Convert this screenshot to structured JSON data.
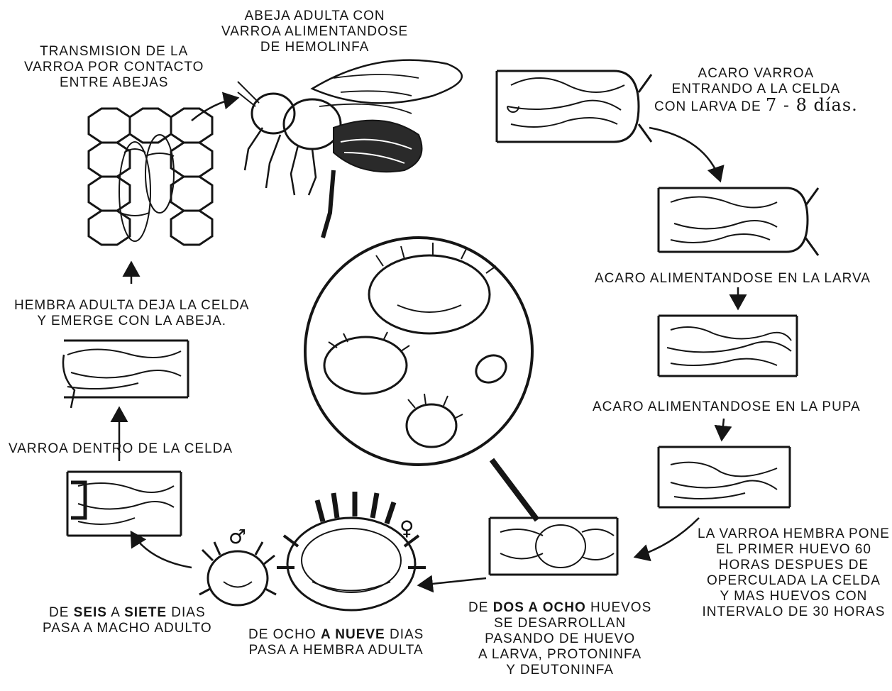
{
  "labels": {
    "transmission": [
      "TRANSMISION DE LA",
      "VARROA POR CONTACTO",
      "ENTRE ABEJAS"
    ],
    "adult_bee": [
      "ABEJA ADULTA CON",
      "VARROA ALIMENTANDOSE",
      "DE HEMOLINFA"
    ],
    "entering_cell": [
      "ACARO VARROA",
      "ENTRANDO A LA CELDA",
      "CON LARVA DE"
    ],
    "entering_cell_hand": "7 - 8 días.",
    "feeding_larva": "ACARO ALIMENTANDOSE EN LA LARVA",
    "feeding_pupa": "ACARO ALIMENTANDOSE EN LA PUPA",
    "first_egg": [
      "LA VARROA HEMBRA PONE",
      "EL PRIMER HUEVO 60",
      "HORAS DESPUES DE",
      "OPERCULADA LA CELDA",
      "Y MAS HUEVOS CON",
      "INTERVALO DE 30 HORAS"
    ],
    "eggs_develop_line1": {
      "pre": "DE ",
      "bold": "DOS A OCHO",
      "post": " HUEVOS"
    },
    "eggs_develop_rest": [
      "SE DESARROLLAN",
      "PASANDO DE HUEVO",
      "A LARVA, PROTONINFA",
      "Y DEUTONINFA"
    ],
    "female_adult_line1": {
      "pre": "DE OCHO ",
      "bold": "A NUEVE",
      "post": " DIAS"
    },
    "female_adult_line2": "PASA A HEMBRA ADULTA",
    "male_adult_line1": {
      "pre": "DE ",
      "bold": "SEIS",
      "mid": " A ",
      "bold2": "SIETE",
      "post": " DIAS"
    },
    "male_adult_line2": "PASA A MACHO ADULTO",
    "varroa_in_cell": "VARROA DENTRO DE LA CELDA",
    "female_leaves": [
      "HEMBRA ADULTA DEJA LA CELDA",
      "Y EMERGE CON LA ABEJA."
    ]
  },
  "symbols": {
    "male": "♂",
    "female": "♀"
  },
  "colors": {
    "ink": "#151515",
    "paper": "#ffffff"
  }
}
